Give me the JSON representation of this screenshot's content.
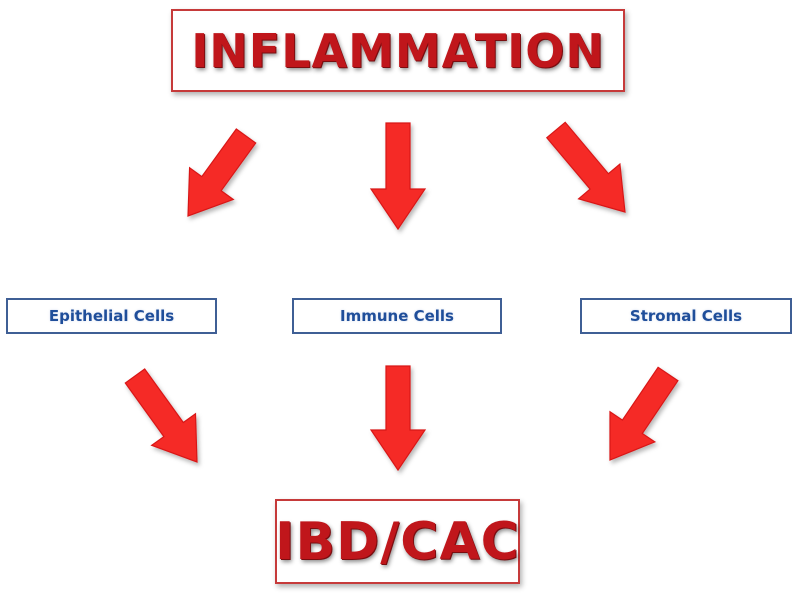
{
  "diagram": {
    "top": {
      "label": "INFLAMMATION"
    },
    "cells": [
      {
        "id": "epithelial",
        "label": "Epithelial Cells"
      },
      {
        "id": "immune",
        "label": "Immune Cells"
      },
      {
        "id": "stromal",
        "label": "Stromal Cells"
      }
    ],
    "bottom": {
      "label": "IBD/CAC"
    }
  },
  "colors": {
    "arrow_fill": "#f52a28",
    "arrow_outline": "#d81818",
    "main_text": "#c0161b",
    "main_border": "#c63a3a",
    "cell_border": "#3f5f95",
    "cell_text": "#1f4e9a"
  },
  "arrows": [
    {
      "from": "top",
      "to": "epithelial"
    },
    {
      "from": "top",
      "to": "immune"
    },
    {
      "from": "top",
      "to": "stromal"
    },
    {
      "from": "epithelial",
      "to": "bottom"
    },
    {
      "from": "immune",
      "to": "bottom"
    },
    {
      "from": "stromal",
      "to": "bottom"
    }
  ]
}
